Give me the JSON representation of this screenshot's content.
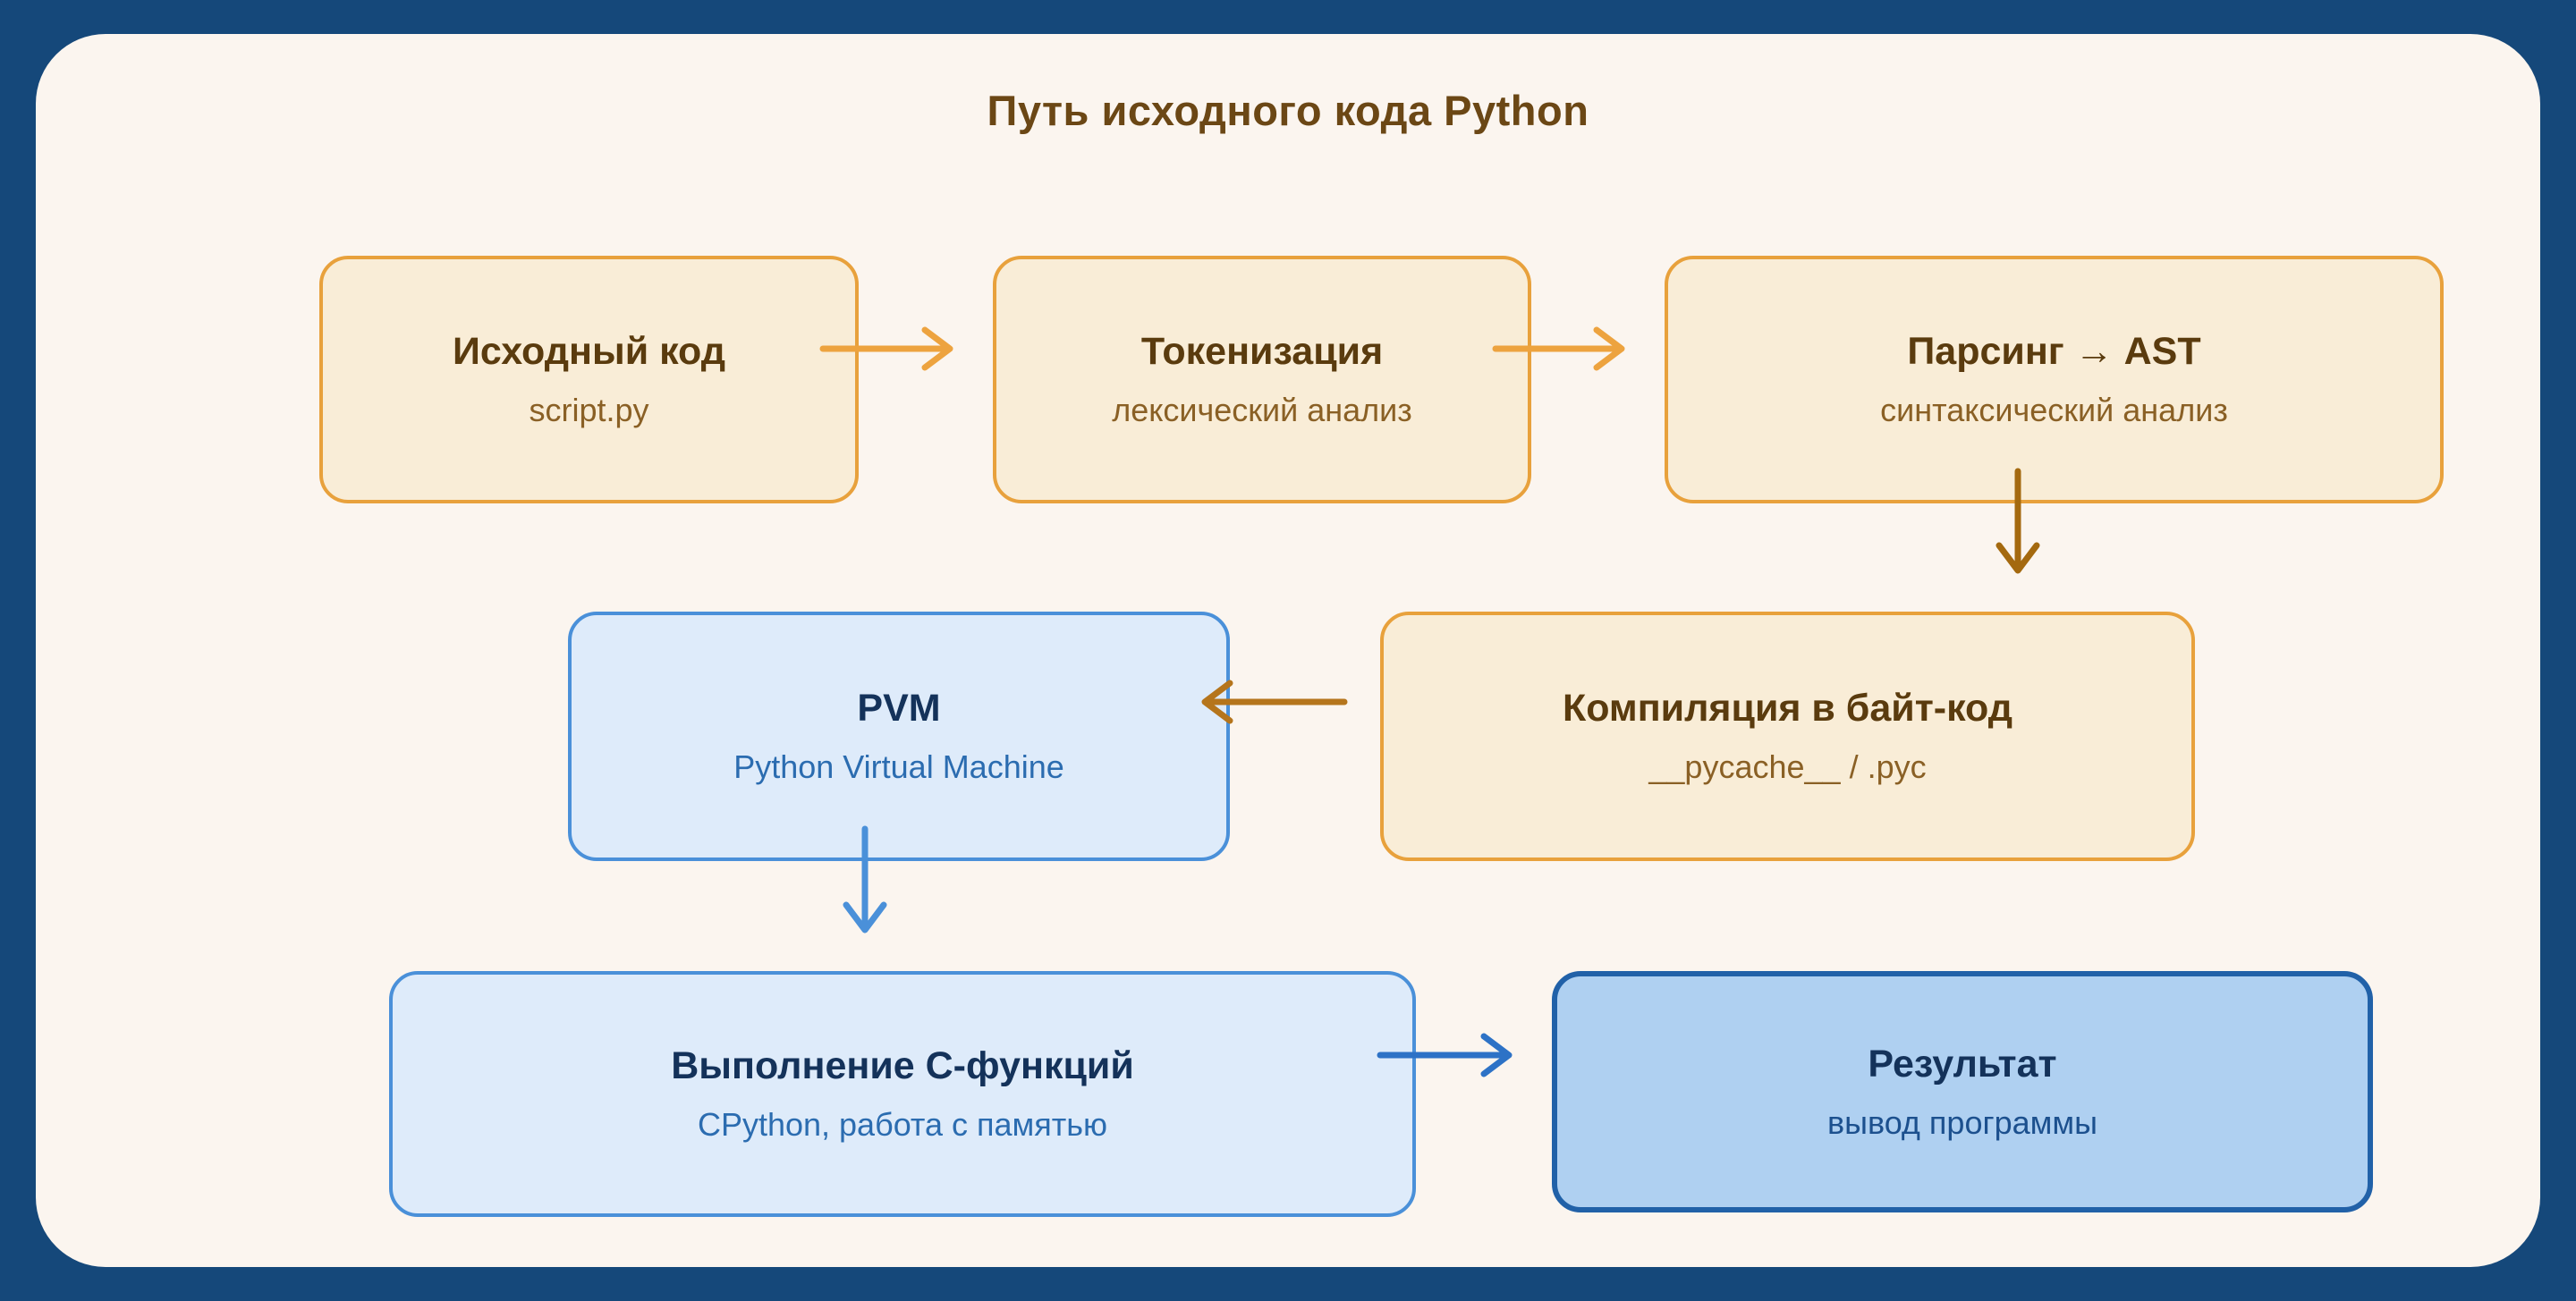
{
  "title": "Путь исходного кода Python",
  "diagram": {
    "nodes": [
      {
        "id": "source",
        "title": "Исходный код",
        "subtitle": "script.py",
        "style": "orange"
      },
      {
        "id": "tokenize",
        "title": "Токенизация",
        "subtitle": "лексический анализ",
        "style": "orange"
      },
      {
        "id": "parse",
        "title": "Парсинг → AST",
        "subtitle": "синтаксический анализ",
        "style": "orange"
      },
      {
        "id": "compile",
        "title": "Компиляция в байт-код",
        "subtitle": "__pycache__ / .pyc",
        "style": "orange"
      },
      {
        "id": "pvm",
        "title": "PVM",
        "subtitle": "Python Virtual Machine",
        "style": "blue"
      },
      {
        "id": "exec",
        "title": "Выполнение C-функций",
        "subtitle": "CPython, работа с памятью",
        "style": "blue"
      },
      {
        "id": "result",
        "title": "Результат",
        "subtitle": "вывод программы",
        "style": "blue-strong"
      }
    ],
    "edges": [
      {
        "from": "source",
        "to": "tokenize",
        "color": "#EDA33F"
      },
      {
        "from": "tokenize",
        "to": "parse",
        "color": "#EDA33F"
      },
      {
        "from": "parse",
        "to": "compile",
        "color": "#A4690F"
      },
      {
        "from": "compile",
        "to": "pvm",
        "color": "#B5751C"
      },
      {
        "from": "pvm",
        "to": "exec",
        "color": "#4A90D9"
      },
      {
        "from": "exec",
        "to": "result",
        "color": "#2D72C6"
      }
    ],
    "colors": {
      "background": "#15487A",
      "panel": "#FBF5EF",
      "orange_fill": "#F9EDD7",
      "orange_border": "#E8A13C",
      "orange_title": "#5A3B0E",
      "orange_subtitle": "#8A6025",
      "blue_fill": "#DEEBFA",
      "blue_border": "#4A90D9",
      "blue_title": "#14325A",
      "blue_subtitle": "#2B6CB0",
      "result_fill": "#AFD0F1",
      "result_border": "#2161A8",
      "title_text": "#6B4715"
    }
  }
}
